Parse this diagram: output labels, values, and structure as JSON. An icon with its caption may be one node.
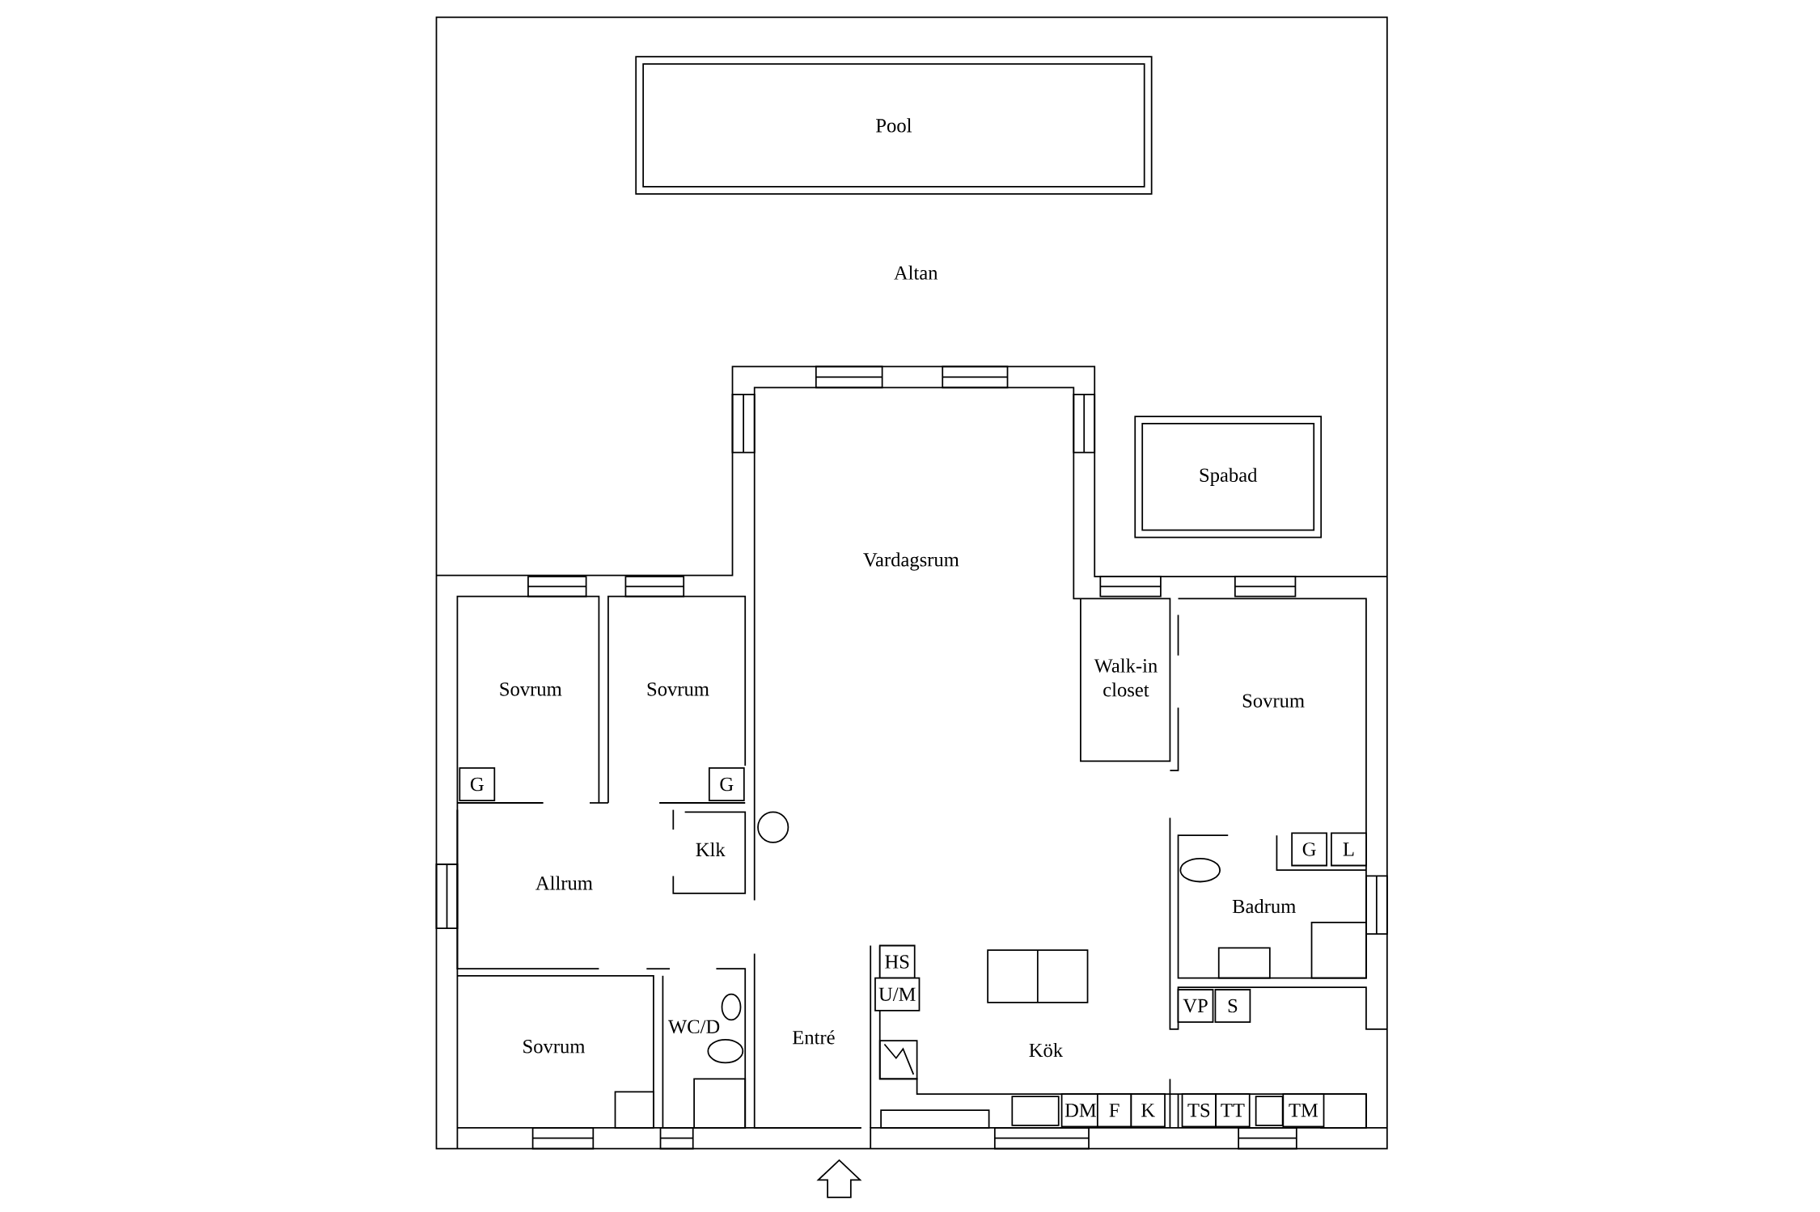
{
  "diagram": {
    "nodes": [
      {
        "text": [
          "Pool"
        ]
      },
      {
        "text": [
          "Spabad"
        ]
      }
    ],
    "edges": [],
    "labels": [
      "Altan",
      "Vardagsrum",
      "Sovrum",
      "Sovrum",
      "Walk-in closet",
      "Sovrum",
      "G",
      "G",
      "Klk",
      "G",
      "L",
      "Allrum",
      "Badrum",
      "HS",
      "U/M",
      "VP",
      "S",
      "WC/D",
      "Entré",
      "Sovrum",
      "Kök",
      "DM",
      "F",
      "K",
      "TS",
      "TT",
      "TM"
    ]
  }
}
